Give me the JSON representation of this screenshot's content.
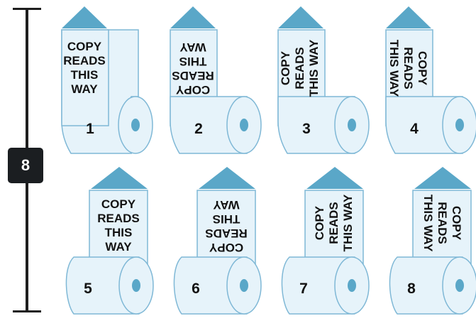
{
  "ruler": {
    "value": "8"
  },
  "rolls": [
    {
      "number": "1",
      "copy": "COPY\nREADS\nTHIS\nWAY",
      "orientation": "upright"
    },
    {
      "number": "2",
      "copy": "COPY\nREADS\nTHIS\nWAY",
      "orientation": "upside-down"
    },
    {
      "number": "3",
      "copy": "COPY\nREADS\nTHIS WAY",
      "orientation": "rotated-left"
    },
    {
      "number": "4",
      "copy": "COPY\nREADS\nTHIS WAY",
      "orientation": "rotated-right"
    },
    {
      "number": "5",
      "copy": "COPY\nREADS\nTHIS\nWAY",
      "orientation": "upright"
    },
    {
      "number": "6",
      "copy": "COPY\nREADS\nTHIS\nWAY",
      "orientation": "upside-down"
    },
    {
      "number": "7",
      "copy": "COPY\nREADS\nTHIS WAY",
      "orientation": "rotated-left"
    },
    {
      "number": "8",
      "copy": "COPY\nREADS\nTHIS WAY",
      "orientation": "rotated-right"
    }
  ],
  "colors": {
    "paper": "#e6f3fa",
    "outline": "#7fb8d6",
    "arrow": "#5aa7c8",
    "core": "#5aa7c8",
    "text": "#121212"
  }
}
